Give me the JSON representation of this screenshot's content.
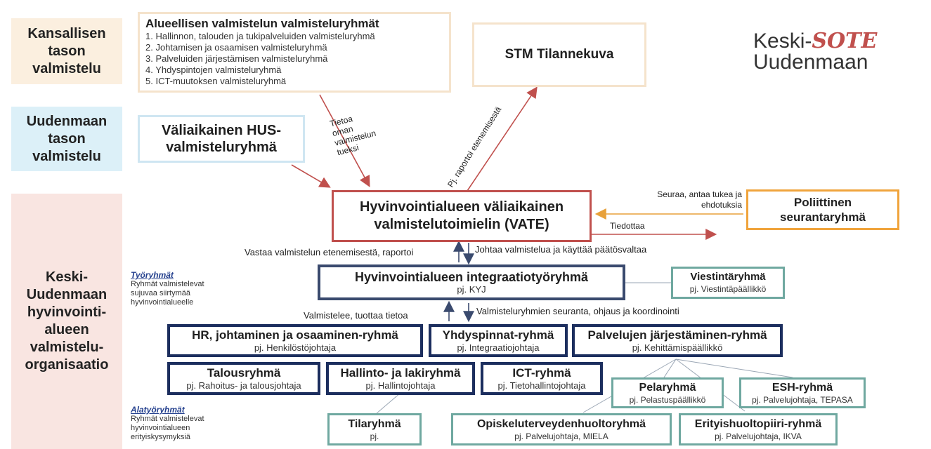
{
  "bands": {
    "national": "Kansallisen tason valmistelu",
    "uusimaa": "Uudenmaan tason valmistelu",
    "keski": "Keski-Uudenmaan hyvinvointi-alueen valmistelu-organisaatio"
  },
  "regional": {
    "title": "Alueellisen valmistelun valmisteluryhmät",
    "items": [
      "1.  Hallinnon, talouden ja tukipalveluiden valmisteluryhmä",
      "2.  Johtamisen ja osaamisen valmisteluryhmä",
      "3.  Palveluiden järjestämisen valmisteluryhmä",
      "4.  Yhdyspintojen valmisteluryhmä",
      "5.  ICT-muutoksen valmisteluryhmä"
    ]
  },
  "stm": "STM Tilannekuva",
  "logo": {
    "prefix": "Keski-",
    "brand": "SOTE",
    "suffix": "Uudenmaan"
  },
  "hus": "Väliaikainen HUS-valmisteluryhmä",
  "vate": "Hyvinvointialueen väliaikainen valmistelutoimielin (VATE)",
  "poli": "Poliittinen seurantaryhmä",
  "labels": {
    "tietoa": [
      "Tietoa",
      "oman",
      "valmistelun",
      "tueksi"
    ],
    "raportoi": "Pj. raportoi etenemisestä",
    "seuraa": [
      "Seuraa, antaa tukea ja",
      "ehdotuksia"
    ],
    "tiedottaa": "Tiedottaa",
    "vastaa": "Vastaa valmistelun etenemisestä, raportoi",
    "johtaa": "Johtaa valmistelua ja käyttää päätösvaltaa",
    "valmistelee": "Valmistelee, tuottaa tietoa",
    "seuranta": "Valmisteluryhmien seuranta, ohjaus ja koordinointi"
  },
  "integ": {
    "title": "Hyvinvointialueen integraatiotyöryhmä",
    "sub": "pj. KYJ"
  },
  "viest": {
    "title": "Viestintäryhmä",
    "sub": "pj. Viestintäpäällikkö"
  },
  "tyoryhmat": {
    "title": "Työryhmät",
    "desc": [
      "Ryhmät valmistelevat",
      "sujuvaa siirtymää",
      "hyvinvointialueelle"
    ]
  },
  "alatyoryhmat": {
    "title": "Alatyöryhmät",
    "desc": [
      "Ryhmät valmistelevat",
      "hyvinvointialueen",
      "erityiskysymyksiä"
    ]
  },
  "groups": {
    "hr": {
      "title": "HR, johtaminen ja osaaminen-ryhmä",
      "sub": "pj. Henkilöstöjohtaja"
    },
    "yhd": {
      "title": "Yhdyspinnat-ryhmä",
      "sub": "pj. Integraatiojohtaja"
    },
    "palv": {
      "title": "Palvelujen järjestäminen-ryhmä",
      "sub": "pj. Kehittämispäällikkö"
    },
    "talous": {
      "title": "Talousryhmä",
      "sub": "pj. Rahoitus- ja talousjohtaja"
    },
    "hallinto": {
      "title": "Hallinto- ja lakiryhmä",
      "sub": "pj. Hallintojohtaja"
    },
    "ict": {
      "title": "ICT-ryhmä",
      "sub": "pj. Tietohallintojohtaja"
    },
    "pela": {
      "title": "Pelaryhmä",
      "sub": "pj. Pelastuspäällikkö"
    },
    "esh": {
      "title": "ESH-ryhmä",
      "sub": "pj. Palvelujohtaja, TEPASA"
    },
    "tila": {
      "title": "Tilaryhmä",
      "sub": "pj."
    },
    "opisk": {
      "title": "Opiskeluterveydenhuoltoryhmä",
      "sub": "pj. Palvelujohtaja, MIELA"
    },
    "erit": {
      "title": "Erityishuoltopiiri-ryhmä",
      "sub": "pj. Palvelujohtaja, IKVA"
    }
  },
  "colors": {
    "national_band": "#fbefdf",
    "uusimaa_band": "#dcf0f8",
    "keski_band": "#f9e5e1",
    "navy": "#1c2e5e",
    "teal": "#6fa8a0",
    "red": "#c0504d",
    "orange": "#f0a43c",
    "sote": "#c0504d"
  }
}
